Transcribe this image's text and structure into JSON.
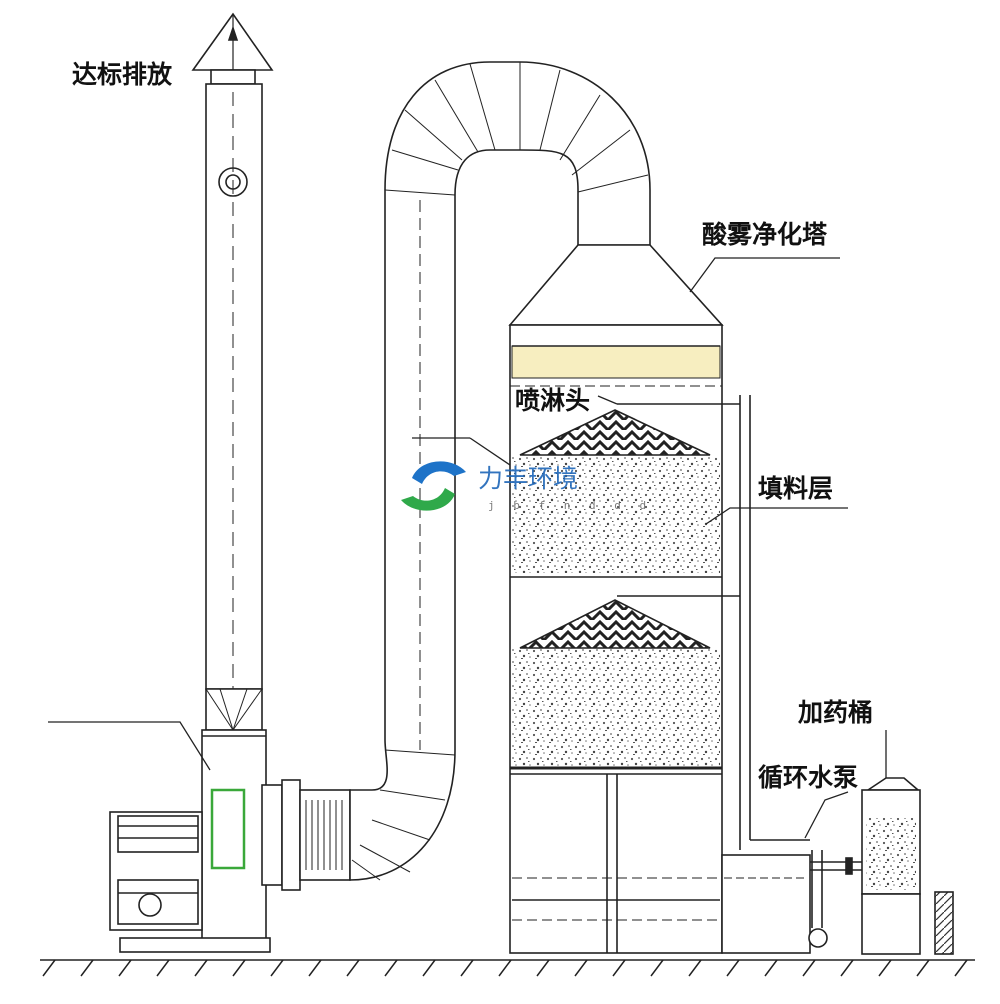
{
  "labels": {
    "discharge": "达标排放",
    "tower": "酸雾净化塔",
    "spray_head": "喷淋头",
    "packing_layer": "填料层",
    "dosing_tank": "加药桶",
    "pump": "循环水泵"
  },
  "watermark": {
    "name": "力丰环境",
    "sub": "j b f n d d d"
  },
  "colors": {
    "line": "#222222",
    "demister": "#f7eec0",
    "fan_highlight": "#3aa83a",
    "logo_blue": "#1e73c8",
    "logo_green": "#2fa94a"
  }
}
